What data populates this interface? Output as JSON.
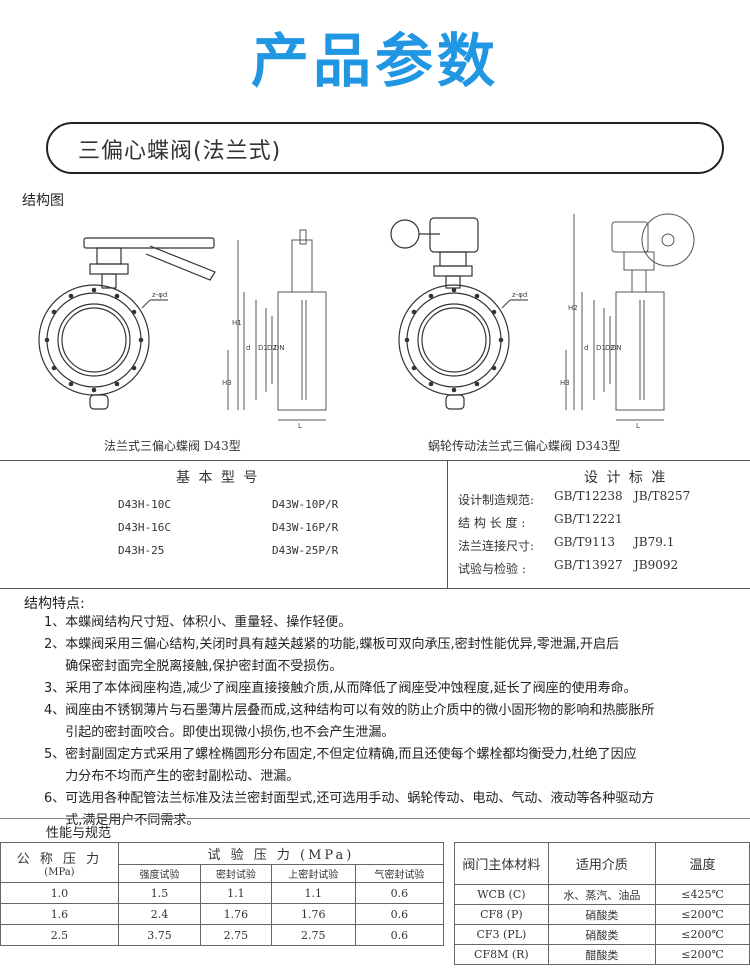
{
  "title": "产品参数",
  "product_name": "三偏心蝶阀(法兰式)",
  "structure": {
    "label": "结构图",
    "captions": [
      "法兰式三偏心蝶阀 D43型",
      "蜗轮传动法兰式三偏心蝶阀 D343型"
    ],
    "drawing_labels": {
      "h1": "H1",
      "h2": "H2",
      "h3": "H3",
      "d": "d",
      "d1": "D1",
      "d2": "D2",
      "dn": "DN",
      "l": "L",
      "z": "z-φd"
    }
  },
  "models": {
    "header": "基 本 型 号",
    "left": [
      "D43H-10C",
      "D43H-16C",
      "D43H-25"
    ],
    "right": [
      "D43W-10P/R",
      "D43W-16P/R",
      "D43W-25P/R"
    ]
  },
  "standards": {
    "header": "设 计 标 准",
    "rows": [
      {
        "label": "设计制造规范:",
        "values": [
          "GB/T12238",
          "JB/T8257"
        ]
      },
      {
        "label": "结 构 长 度 :",
        "values": [
          "GB/T12221",
          ""
        ]
      },
      {
        "label": "法兰连接尺寸:",
        "values": [
          "GB/T9113",
          "JB79.1"
        ]
      },
      {
        "label": "试验与检验 :",
        "values": [
          "GB/T13927",
          "JB9092"
        ]
      }
    ]
  },
  "features": {
    "label": "结构特点:",
    "items": [
      {
        "num": "1、",
        "lines": [
          "本蝶阀结构尺寸短、体积小、重量轻、操作轻便。"
        ]
      },
      {
        "num": "2、",
        "lines": [
          "本蝶阀采用三偏心结构,关闭时具有越关越紧的功能,蝶板可双向承压,密封性能优异,零泄漏,开启后",
          "确保密封面完全脱离接触,保护密封面不受损伤。"
        ]
      },
      {
        "num": "3、",
        "lines": [
          "采用了本体阀座构造,减少了阀座直接接触介质,从而降低了阀座受冲蚀程度,延长了阀座的使用寿命。"
        ]
      },
      {
        "num": "4、",
        "lines": [
          "阀座由不锈钢薄片与石墨薄片层叠而成,这种结构可以有效的防止介质中的微小固形物的影响和热膨胀所",
          "引起的密封面咬合。即使出现微小损伤,也不会产生泄漏。"
        ]
      },
      {
        "num": "5、",
        "lines": [
          "密封副固定方式采用了螺栓椭圆形分布固定,不但定位精确,而且还使每个螺栓都均衡受力,杜绝了因应",
          "力分布不均而产生的密封副松动、泄漏。"
        ]
      },
      {
        "num": "6、",
        "lines": [
          "可选用各种配管法兰标准及法兰密封面型式,还可选用手动、蜗轮传动、电动、气动、液动等各种驱动方",
          "式,满足用户不同需求。"
        ]
      }
    ]
  },
  "performance": {
    "label": "性能与规范",
    "pn_header": "公 称 压 力",
    "pn_unit": "(MPa)",
    "test_header": "试 验 压 力 (MPa)",
    "sub_headers": [
      "强度试验",
      "密封试验",
      "上密封试验",
      "气密封试验"
    ],
    "rows": [
      [
        "1.0",
        "1.5",
        "1.1",
        "1.1",
        "0.6"
      ],
      [
        "1.6",
        "2.4",
        "1.76",
        "1.76",
        "0.6"
      ],
      [
        "2.5",
        "3.75",
        "2.75",
        "2.75",
        "0.6"
      ]
    ]
  },
  "materials": {
    "headers": [
      "阀门主体材料",
      "适用介质",
      "温度"
    ],
    "rows": [
      [
        "WCB (C)",
        "水、蒸汽、油品",
        "≤425℃"
      ],
      [
        "CF8 (P)",
        "硝酸类",
        "≤200℃"
      ],
      [
        "CF3 (PL)",
        "硝酸类",
        "≤200℃"
      ],
      [
        "CF8M (R)",
        "醋酸类",
        "≤200℃"
      ]
    ]
  }
}
